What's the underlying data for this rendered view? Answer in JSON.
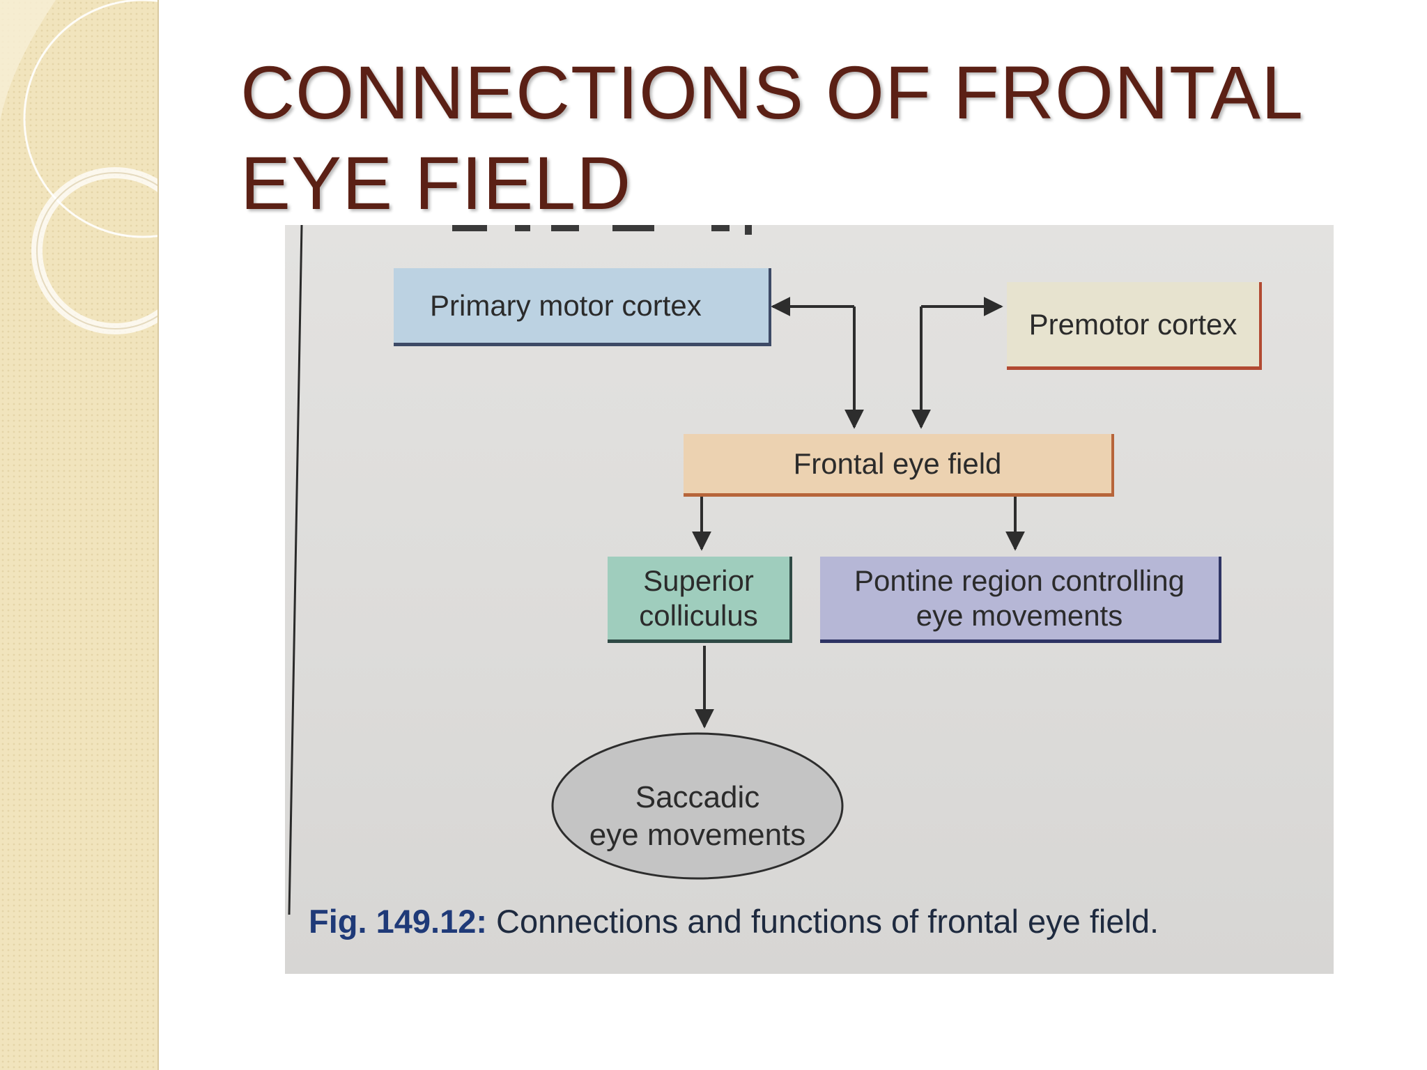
{
  "slide": {
    "title": "CONNECTIONS OF FRONTAL EYE FIELD"
  },
  "diagram": {
    "nodes": {
      "primary_motor_cortex": "Primary motor cortex",
      "premotor_cortex": "Premotor cortex",
      "frontal_eye_field": "Frontal eye field",
      "superior_colliculus_line1": "Superior",
      "superior_colliculus_line2": "colliculus",
      "pontine_line1": "Pontine region controlling",
      "pontine_line2": "eye movements",
      "saccadic_line1": "Saccadic",
      "saccadic_line2": "eye movements"
    },
    "edges": [
      {
        "from": "Primary motor cortex",
        "to": "Frontal eye field",
        "bidirectional": true
      },
      {
        "from": "Frontal eye field",
        "to": "Premotor cortex",
        "bidirectional": true
      },
      {
        "from": "Frontal eye field",
        "to": "Superior colliculus"
      },
      {
        "from": "Frontal eye field",
        "to": "Pontine region controlling eye movements"
      },
      {
        "from": "Superior colliculus",
        "to": "Saccadic eye movements"
      }
    ],
    "caption": {
      "label": "Fig. 149.12:",
      "text": " Connections and functions of frontal eye field."
    }
  },
  "colors": {
    "title": "#5b2015",
    "side_band": "#f1e4bd",
    "primary_box": "#bcd2e2",
    "premotor_box": "#e7e3cf",
    "fef_box": "#ecd2b1",
    "superior_box": "#9fcdbd",
    "pontine_box": "#b6b7d6",
    "ellipse": "#c4c4c4",
    "caption_label": "#1f3a78"
  }
}
